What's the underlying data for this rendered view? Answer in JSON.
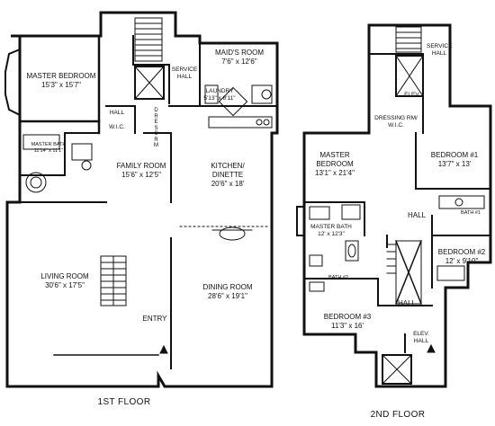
{
  "floors": {
    "first": {
      "caption": "1ST FLOOR",
      "rooms": {
        "master_bedroom": {
          "name": "MASTER BEDROOM",
          "dims": "15'3\" x 15'7\""
        },
        "maids_room": {
          "name": "MAID'S ROOM",
          "dims": "7'6\" x 12'6\""
        },
        "service_hall": {
          "name": "SERVICE HALL"
        },
        "laundry": {
          "name": "LAUNDRY",
          "dims": "5'13\" x 8'11\""
        },
        "hall": {
          "name": "HALL"
        },
        "wic": {
          "name": "W.I.C."
        },
        "dress_rm": {
          "name": "DRESS RM"
        },
        "master_bath": {
          "name": "MASTER BATH",
          "dims": "11'14\" x 11'1\""
        },
        "family_room": {
          "name": "FAMILY ROOM",
          "dims": "15'6\" x 12'5\""
        },
        "kitchen": {
          "name": "KITCHEN/ DINETTE",
          "dims": "20'6\" x 18'"
        },
        "living_room": {
          "name": "LIVING ROOM",
          "dims": "30'6\" x 17'5\""
        },
        "dining_room": {
          "name": "DINING ROOM",
          "dims": "28'6\" x 19'1\""
        },
        "entry": {
          "name": "ENTRY"
        }
      }
    },
    "second": {
      "caption": "2ND FLOOR",
      "rooms": {
        "service_hall": {
          "name": "SERVICE HALL"
        },
        "elev_top": {
          "name": "ELEV."
        },
        "dressing": {
          "name": "DRESSING RM/ W.I.C."
        },
        "master_bedroom": {
          "name": "MASTER BEDROOM",
          "dims": "13'1\" x 21'4\""
        },
        "bedroom1": {
          "name": "BEDROOM #1",
          "dims": "13'7\" x 13'"
        },
        "bath1": {
          "name": "BATH #1"
        },
        "hall_upper": {
          "name": "HALL"
        },
        "master_bath": {
          "name": "MASTER BATH",
          "dims": "12' x 12'3\""
        },
        "bedroom2": {
          "name": "BEDROOM #2",
          "dims": "12' x 9'10\""
        },
        "bath2": {
          "name": "BATH #2"
        },
        "hall_lower": {
          "name": "HALL"
        },
        "bedroom3": {
          "name": "BEDROOM #3",
          "dims": "11'3\" x 16'"
        },
        "elev_bottom": {
          "name": "ELEV. HALL"
        }
      }
    }
  }
}
